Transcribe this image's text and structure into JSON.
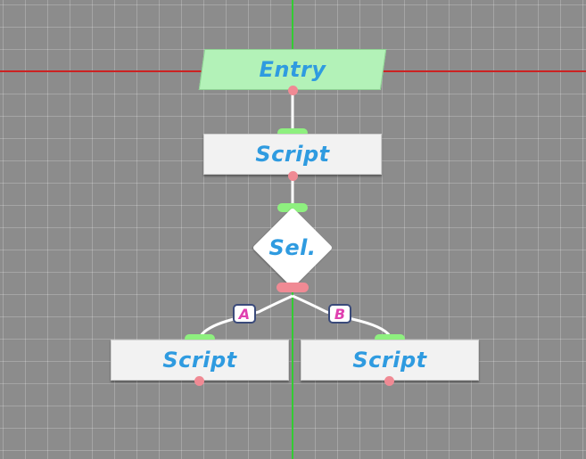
{
  "diagram": {
    "nodes": {
      "entry": {
        "label": "Entry"
      },
      "script_top": {
        "label": "Script"
      },
      "selector": {
        "label": "Sel."
      },
      "script_a": {
        "label": "Script"
      },
      "script_b": {
        "label": "Script"
      }
    },
    "branches": {
      "a": {
        "label": "A"
      },
      "b": {
        "label": "B"
      }
    },
    "edges": [
      {
        "from": "entry",
        "to": "script_top"
      },
      {
        "from": "script_top",
        "to": "selector"
      },
      {
        "from": "selector",
        "to": "script_a",
        "branch": "A"
      },
      {
        "from": "selector",
        "to": "script_b",
        "branch": "B"
      }
    ]
  },
  "colors": {
    "canvas": "#8c8c8c",
    "entry_fill": "#b3f2b8",
    "node_fill": "#f2f2f2",
    "label_text": "#2f9be0",
    "input_port": "#8ef07f",
    "output_port": "#f08a94",
    "branch_text": "#e040b0",
    "axis_vertical": "#33cc33",
    "axis_horizontal": "#cc2222"
  }
}
